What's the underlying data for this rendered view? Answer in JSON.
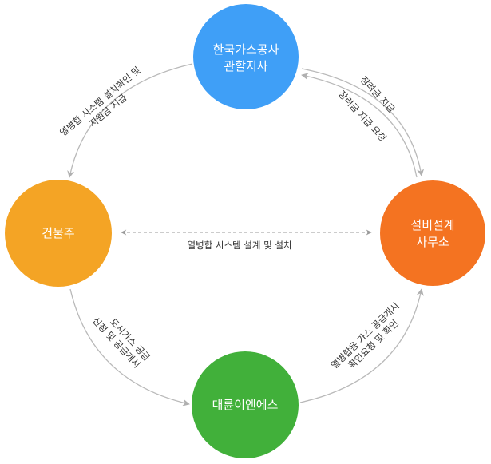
{
  "colors": {
    "gas_corp": "#3f9ff7",
    "building_owner": "#f4a425",
    "design_office": "#f47321",
    "energy_company": "#41b03a",
    "arrow": "#b9b9b9",
    "dashed": "#999999"
  },
  "nodes": {
    "gas_corp": {
      "line1": "한국가스공사",
      "line2": "관할지사"
    },
    "building_owner": {
      "line1": "건물주"
    },
    "design_office": {
      "line1": "설비설계",
      "line2": "사무소"
    },
    "energy_company": {
      "line1": "대륜이엔에스"
    }
  },
  "edges": {
    "gas_to_owner": {
      "line1": "열병합 시스템 설치확인 및",
      "line2": "지원금 지급"
    },
    "gas_to_office": {
      "line1": "장려금 지급"
    },
    "office_to_gas": {
      "line1": "장려금 지급 요청"
    },
    "owner_office": {
      "line1": "열병합 시스템 설계 및 설치"
    },
    "owner_to_energy": {
      "line1": "도시가스 공급",
      "line2": "신청 및 공급개시"
    },
    "energy_to_office": {
      "line1": "열병합용 가스 공급개시",
      "line2": "확인요청 및 확인"
    }
  }
}
